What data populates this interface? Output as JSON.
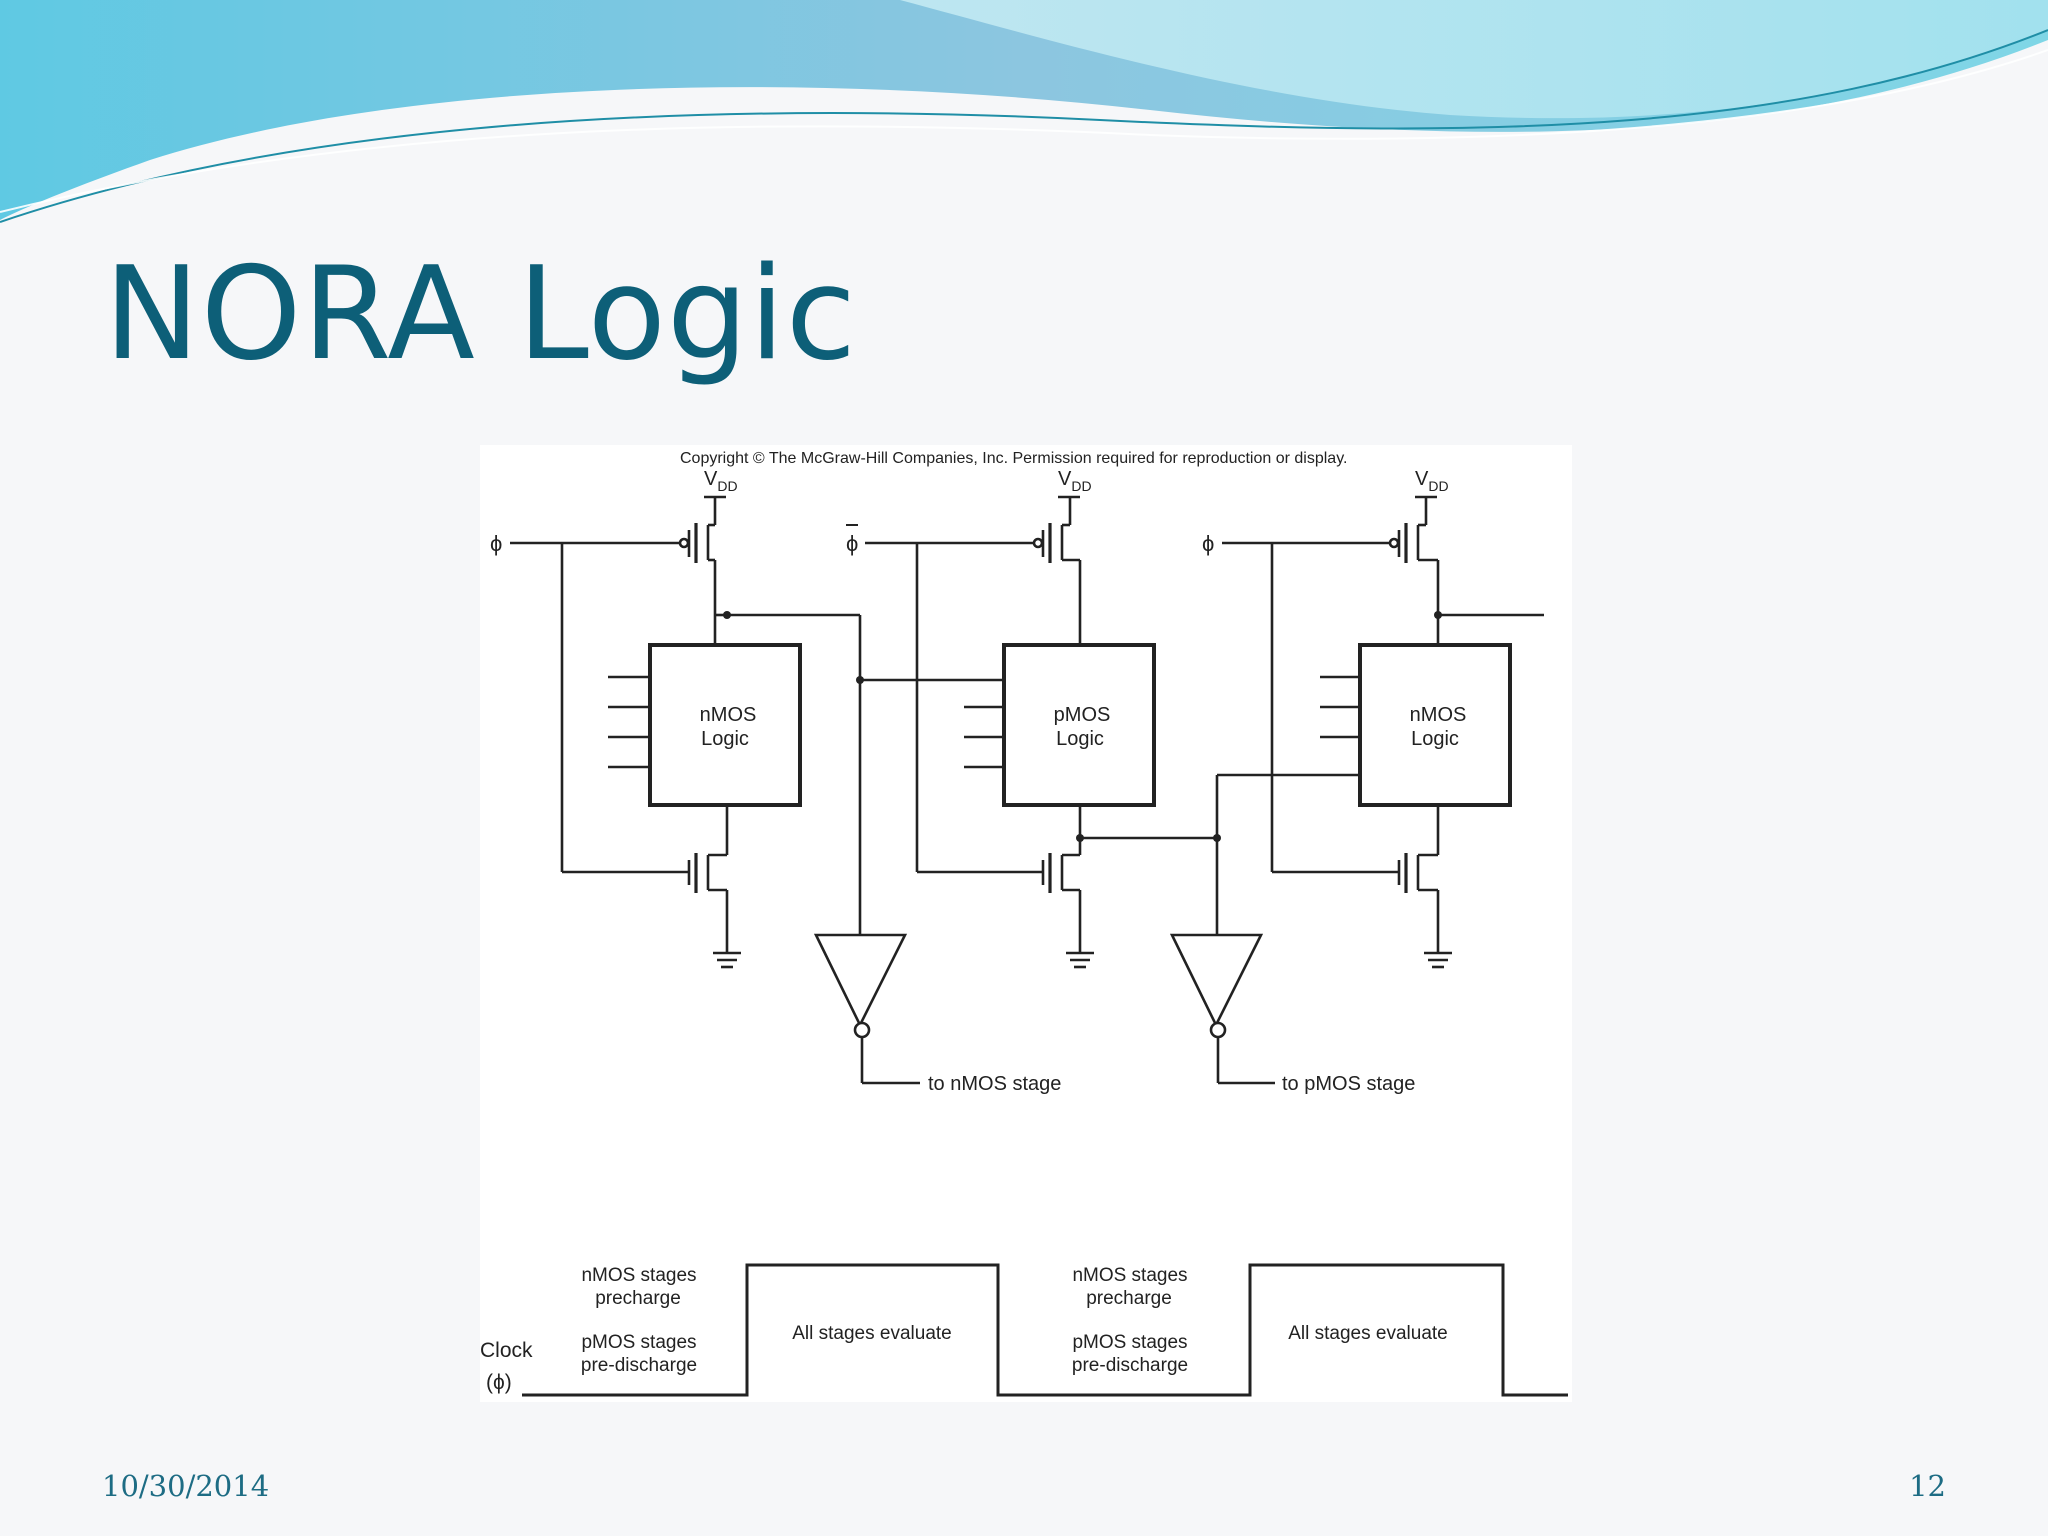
{
  "slide": {
    "title": "NORA Logic",
    "date": "10/30/2014",
    "page_number": "12"
  },
  "figure": {
    "copyright": "Copyright © The McGraw-Hill Companies, Inc. Permission required for reproduction or display.",
    "vdd": "V",
    "vdd_sub": "DD",
    "phi": "ϕ",
    "phi_bar": "ϕ",
    "stages": [
      {
        "line1": "nMOS",
        "line2": "Logic"
      },
      {
        "line1": "pMOS",
        "line2": "Logic"
      },
      {
        "line1": "nMOS",
        "line2": "Logic"
      }
    ],
    "to_nmos": "to nMOS stage",
    "to_pmos": "to pMOS stage"
  },
  "timing": {
    "clock_label": "Clock",
    "clock_symbol": "(ϕ)",
    "low_phase": {
      "nmos_line1": "nMOS stages",
      "nmos_line2": "precharge",
      "pmos_line1": "pMOS stages",
      "pmos_line2": "pre-discharge"
    },
    "high_phase": "All stages evaluate"
  }
}
